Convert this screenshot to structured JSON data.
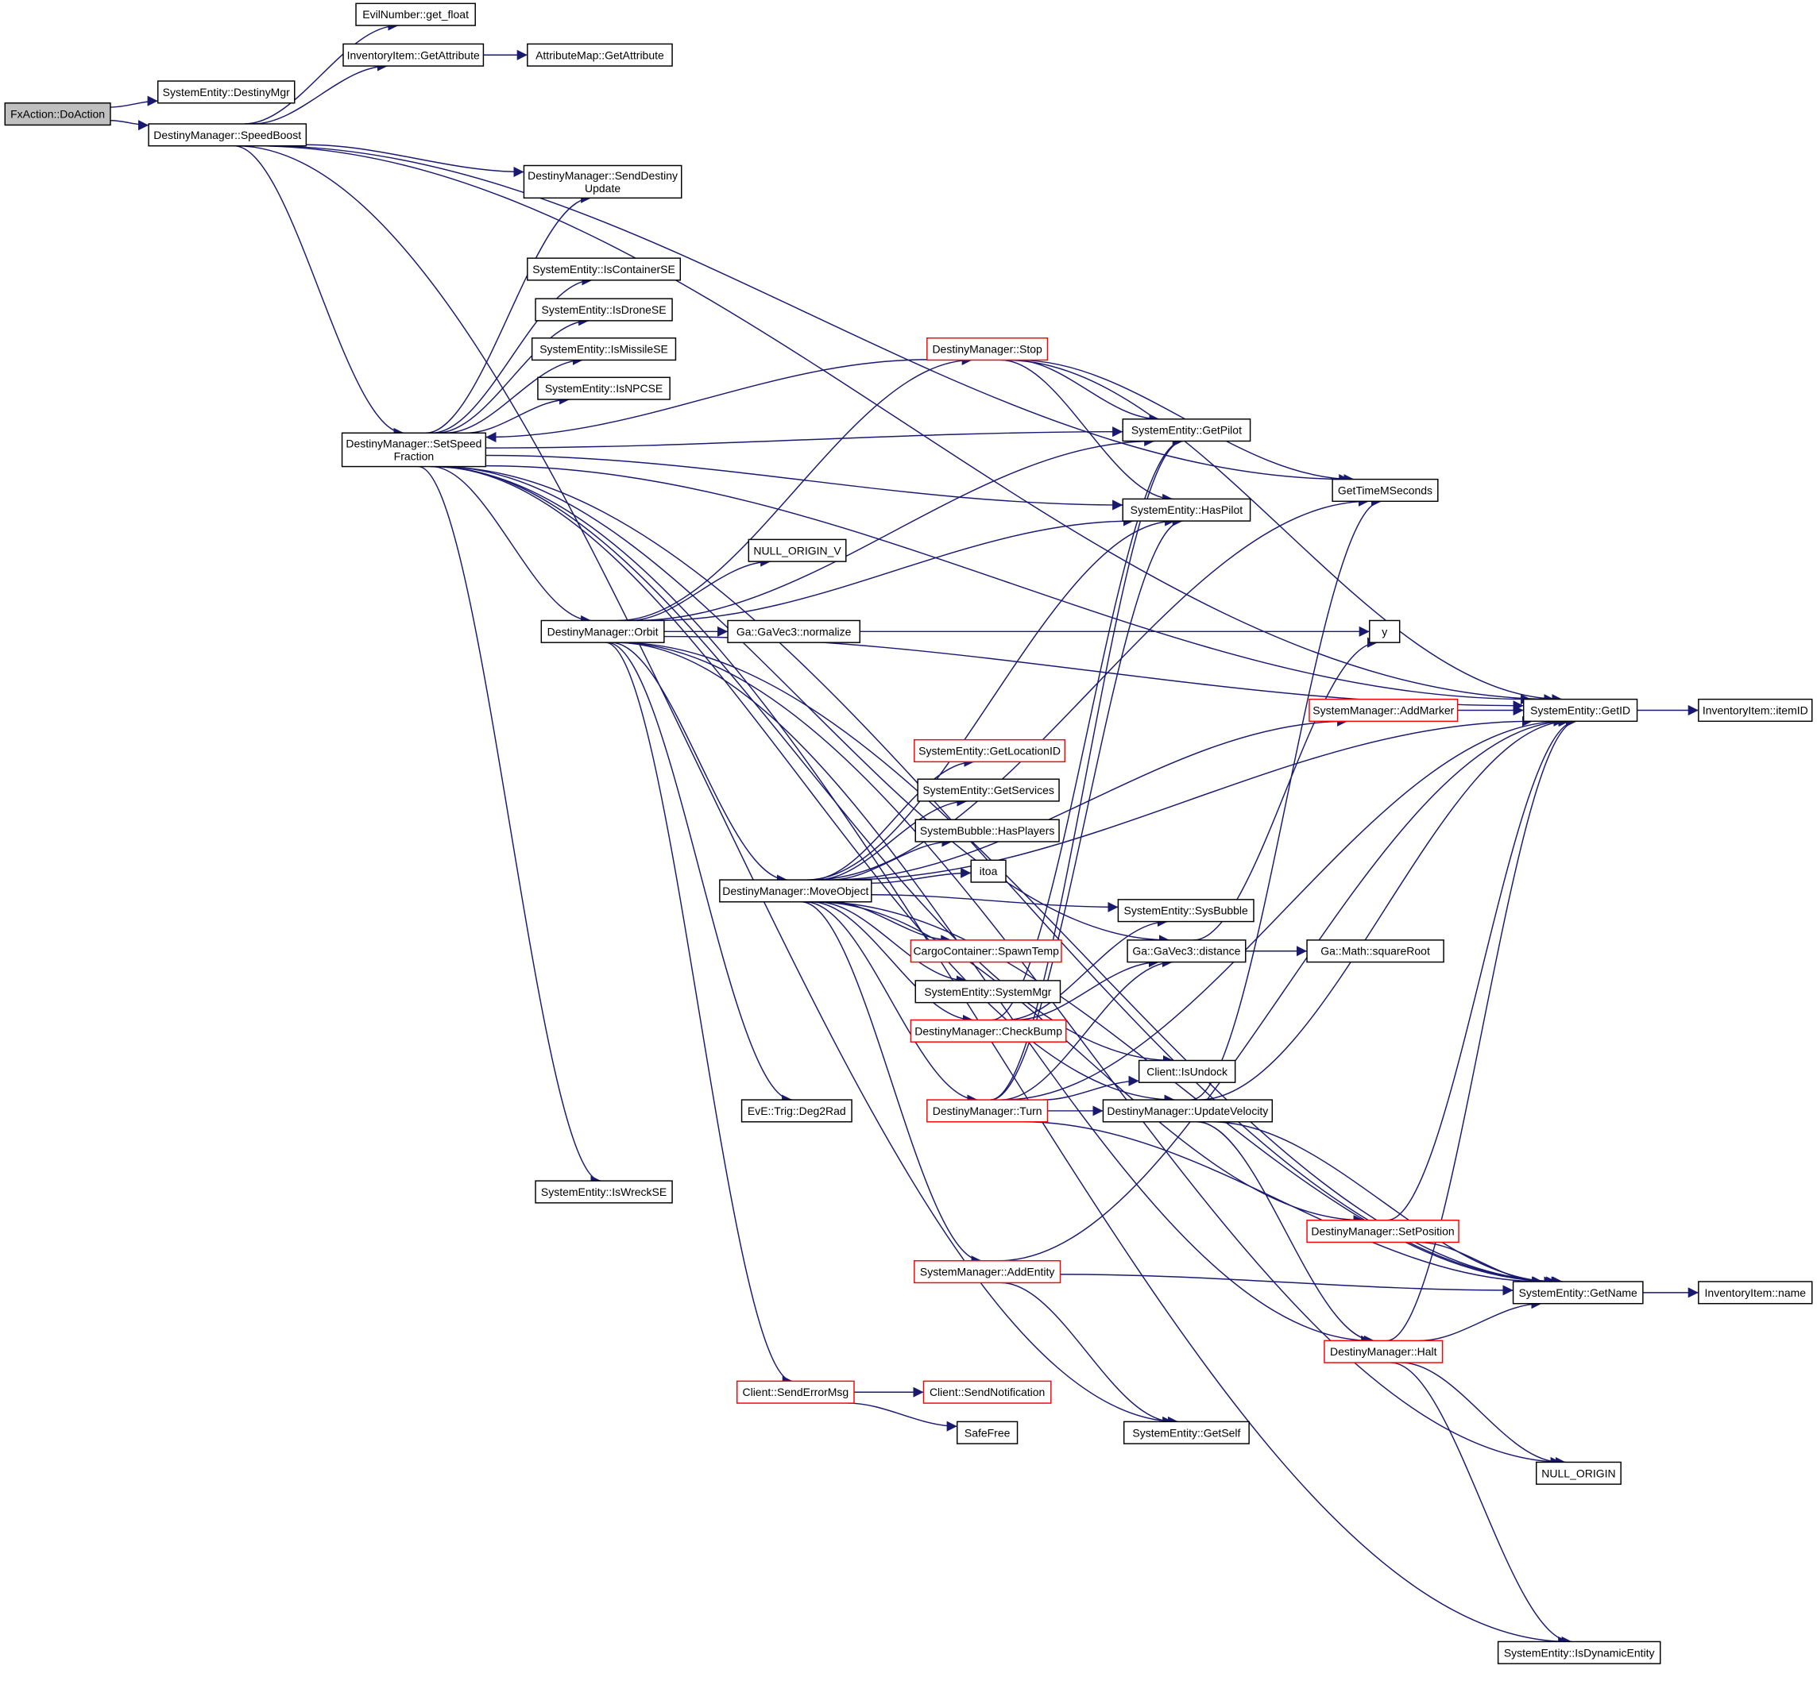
{
  "colors": {
    "edge": "#191970",
    "highlight_border": "#ff0000",
    "root_fill": "#bfbfbf",
    "node_border": "#000000"
  },
  "nodes": [
    {
      "id": "doaction",
      "lines": [
        "FxAction::DoAction"
      ],
      "style": "root"
    },
    {
      "id": "destinymgr",
      "lines": [
        "SystemEntity::DestinyMgr"
      ],
      "style": "normal"
    },
    {
      "id": "getfloat",
      "lines": [
        "EvilNumber::get_float"
      ],
      "style": "normal"
    },
    {
      "id": "invgetattr",
      "lines": [
        "InventoryItem::GetAttribute"
      ],
      "style": "normal"
    },
    {
      "id": "attrmap",
      "lines": [
        "AttributeMap::GetAttribute"
      ],
      "style": "normal"
    },
    {
      "id": "speedboost",
      "lines": [
        "DestinyManager::SpeedBoost"
      ],
      "style": "normal"
    },
    {
      "id": "senddestiny",
      "lines": [
        "DestinyManager::SendDestiny",
        "Update"
      ],
      "style": "normal"
    },
    {
      "id": "iscontainer",
      "lines": [
        "SystemEntity::IsContainerSE"
      ],
      "style": "normal"
    },
    {
      "id": "isdrone",
      "lines": [
        "SystemEntity::IsDroneSE"
      ],
      "style": "normal"
    },
    {
      "id": "ismissile",
      "lines": [
        "SystemEntity::IsMissileSE"
      ],
      "style": "normal"
    },
    {
      "id": "isnpc",
      "lines": [
        "SystemEntity::IsNPCSE"
      ],
      "style": "normal"
    },
    {
      "id": "setspeed",
      "lines": [
        "DestinyManager::SetSpeed",
        "Fraction"
      ],
      "style": "normal"
    },
    {
      "id": "stop",
      "lines": [
        "DestinyManager::Stop"
      ],
      "style": "red"
    },
    {
      "id": "getpilot",
      "lines": [
        "SystemEntity::GetPilot"
      ],
      "style": "normal"
    },
    {
      "id": "haspilot",
      "lines": [
        "SystemEntity::HasPilot"
      ],
      "style": "normal"
    },
    {
      "id": "gettime",
      "lines": [
        "GetTimeMSeconds"
      ],
      "style": "normal"
    },
    {
      "id": "nulloriginv",
      "lines": [
        "NULL_ORIGIN_V"
      ],
      "style": "normal"
    },
    {
      "id": "orbit",
      "lines": [
        "DestinyManager::Orbit"
      ],
      "style": "normal"
    },
    {
      "id": "normalize",
      "lines": [
        "Ga::GaVec3::normalize"
      ],
      "style": "normal"
    },
    {
      "id": "y",
      "lines": [
        "y"
      ],
      "style": "normal"
    },
    {
      "id": "addmarker",
      "lines": [
        "SystemManager::AddMarker"
      ],
      "style": "red"
    },
    {
      "id": "getid",
      "lines": [
        "SystemEntity::GetID"
      ],
      "style": "normal"
    },
    {
      "id": "itemid",
      "lines": [
        "InventoryItem::itemID"
      ],
      "style": "normal"
    },
    {
      "id": "getlocation",
      "lines": [
        "SystemEntity::GetLocationID"
      ],
      "style": "red"
    },
    {
      "id": "getservices",
      "lines": [
        "SystemEntity::GetServices"
      ],
      "style": "normal"
    },
    {
      "id": "hasplayers",
      "lines": [
        "SystemBubble::HasPlayers"
      ],
      "style": "normal"
    },
    {
      "id": "itoa",
      "lines": [
        "itoa"
      ],
      "style": "normal"
    },
    {
      "id": "moveobject",
      "lines": [
        "DestinyManager::MoveObject"
      ],
      "style": "normal"
    },
    {
      "id": "sysbubble",
      "lines": [
        "SystemEntity::SysBubble"
      ],
      "style": "normal"
    },
    {
      "id": "spawntemp",
      "lines": [
        "CargoContainer::SpawnTemp"
      ],
      "style": "red"
    },
    {
      "id": "distance",
      "lines": [
        "Ga::GaVec3::distance"
      ],
      "style": "normal"
    },
    {
      "id": "squareroot",
      "lines": [
        "Ga::Math::squareRoot"
      ],
      "style": "normal"
    },
    {
      "id": "systemmgr",
      "lines": [
        "SystemEntity::SystemMgr"
      ],
      "style": "normal"
    },
    {
      "id": "checkbump",
      "lines": [
        "DestinyManager::CheckBump"
      ],
      "style": "red"
    },
    {
      "id": "isundock",
      "lines": [
        "Client::IsUndock"
      ],
      "style": "normal"
    },
    {
      "id": "turn",
      "lines": [
        "DestinyManager::Turn"
      ],
      "style": "red"
    },
    {
      "id": "updatevel",
      "lines": [
        "DestinyManager::UpdateVelocity"
      ],
      "style": "normal"
    },
    {
      "id": "deg2rad",
      "lines": [
        "EvE::Trig::Deg2Rad"
      ],
      "style": "normal"
    },
    {
      "id": "iswreck",
      "lines": [
        "SystemEntity::IsWreckSE"
      ],
      "style": "normal"
    },
    {
      "id": "setposition",
      "lines": [
        "DestinyManager::SetPosition"
      ],
      "style": "red"
    },
    {
      "id": "addentity",
      "lines": [
        "SystemManager::AddEntity"
      ],
      "style": "red"
    },
    {
      "id": "getname",
      "lines": [
        "SystemEntity::GetName"
      ],
      "style": "normal"
    },
    {
      "id": "invname",
      "lines": [
        "InventoryItem::name"
      ],
      "style": "normal"
    },
    {
      "id": "halt",
      "lines": [
        "DestinyManager::Halt"
      ],
      "style": "red"
    },
    {
      "id": "senderror",
      "lines": [
        "Client::SendErrorMsg"
      ],
      "style": "red"
    },
    {
      "id": "sendnotif",
      "lines": [
        "Client::SendNotification"
      ],
      "style": "red"
    },
    {
      "id": "safefree",
      "lines": [
        "SafeFree"
      ],
      "style": "normal"
    },
    {
      "id": "getself",
      "lines": [
        "SystemEntity::GetSelf"
      ],
      "style": "normal"
    },
    {
      "id": "nullorigin",
      "lines": [
        "NULL_ORIGIN"
      ],
      "style": "normal"
    },
    {
      "id": "isdynamic",
      "lines": [
        "SystemEntity::IsDynamicEntity"
      ],
      "style": "normal"
    }
  ],
  "edges": [
    [
      "doaction",
      "destinymgr"
    ],
    [
      "doaction",
      "speedboost"
    ],
    [
      "speedboost",
      "getfloat"
    ],
    [
      "speedboost",
      "invgetattr"
    ],
    [
      "speedboost",
      "getid"
    ],
    [
      "speedboost",
      "gettime"
    ],
    [
      "speedboost",
      "senddestiny"
    ],
    [
      "speedboost",
      "setspeed"
    ],
    [
      "speedboost",
      "getself"
    ],
    [
      "invgetattr",
      "attrmap"
    ],
    [
      "setspeed",
      "senddestiny"
    ],
    [
      "setspeed",
      "getid"
    ],
    [
      "setspeed",
      "iscontainer"
    ],
    [
      "setspeed",
      "isdrone"
    ],
    [
      "setspeed",
      "ismissile"
    ],
    [
      "setspeed",
      "isnpc"
    ],
    [
      "setspeed",
      "getpilot"
    ],
    [
      "setspeed",
      "haspilot"
    ],
    [
      "setspeed",
      "orbit"
    ],
    [
      "setspeed",
      "iswreck"
    ],
    [
      "setspeed",
      "updatevel"
    ],
    [
      "setspeed",
      "isundock"
    ],
    [
      "setspeed",
      "getname"
    ],
    [
      "setspeed",
      "isdynamic"
    ],
    [
      "setspeed",
      "distance"
    ],
    [
      "stop",
      "setspeed"
    ],
    [
      "stop",
      "getpilot"
    ],
    [
      "stop",
      "haspilot"
    ],
    [
      "stop",
      "gettime"
    ],
    [
      "stop",
      "getid"
    ],
    [
      "orbit",
      "stop"
    ],
    [
      "orbit",
      "getid"
    ],
    [
      "orbit",
      "getpilot"
    ],
    [
      "orbit",
      "haspilot"
    ],
    [
      "orbit",
      "nulloriginv"
    ],
    [
      "orbit",
      "normalize"
    ],
    [
      "orbit",
      "moveobject"
    ],
    [
      "orbit",
      "deg2rad"
    ],
    [
      "orbit",
      "senderror"
    ],
    [
      "orbit",
      "getname"
    ],
    [
      "orbit",
      "nullorigin"
    ],
    [
      "orbit",
      "halt"
    ],
    [
      "normalize",
      "y"
    ],
    [
      "moveobject",
      "haspilot"
    ],
    [
      "moveobject",
      "gettime"
    ],
    [
      "moveobject",
      "getid"
    ],
    [
      "moveobject",
      "addmarker"
    ],
    [
      "moveobject",
      "getlocation"
    ],
    [
      "moveobject",
      "getservices"
    ],
    [
      "moveobject",
      "hasplayers"
    ],
    [
      "moveobject",
      "itoa"
    ],
    [
      "moveobject",
      "sysbubble"
    ],
    [
      "moveobject",
      "spawntemp"
    ],
    [
      "moveobject",
      "systemmgr"
    ],
    [
      "moveobject",
      "checkbump"
    ],
    [
      "moveobject",
      "turn"
    ],
    [
      "moveobject",
      "addentity"
    ],
    [
      "moveobject",
      "setposition"
    ],
    [
      "moveobject",
      "getname"
    ],
    [
      "addmarker",
      "getid"
    ],
    [
      "getid",
      "itemid"
    ],
    [
      "distance",
      "squareroot"
    ],
    [
      "distance",
      "y"
    ],
    [
      "checkbump",
      "getpilot"
    ],
    [
      "checkbump",
      "sysbubble"
    ],
    [
      "checkbump",
      "distance"
    ],
    [
      "turn",
      "getpilot"
    ],
    [
      "turn",
      "haspilot"
    ],
    [
      "turn",
      "isundock"
    ],
    [
      "turn",
      "updatevel"
    ],
    [
      "turn",
      "getid"
    ],
    [
      "turn",
      "getname"
    ],
    [
      "turn",
      "distance"
    ],
    [
      "updatevel",
      "gettime"
    ],
    [
      "updatevel",
      "getid"
    ],
    [
      "updatevel",
      "getname"
    ],
    [
      "updatevel",
      "halt"
    ],
    [
      "setposition",
      "getid"
    ],
    [
      "setposition",
      "getname"
    ],
    [
      "addentity",
      "getid"
    ],
    [
      "addentity",
      "getname"
    ],
    [
      "addentity",
      "getself"
    ],
    [
      "halt",
      "getid"
    ],
    [
      "halt",
      "getname"
    ],
    [
      "halt",
      "nullorigin"
    ],
    [
      "halt",
      "isdynamic"
    ],
    [
      "senderror",
      "sendnotif"
    ],
    [
      "senderror",
      "safefree"
    ],
    [
      "getname",
      "invname"
    ]
  ]
}
